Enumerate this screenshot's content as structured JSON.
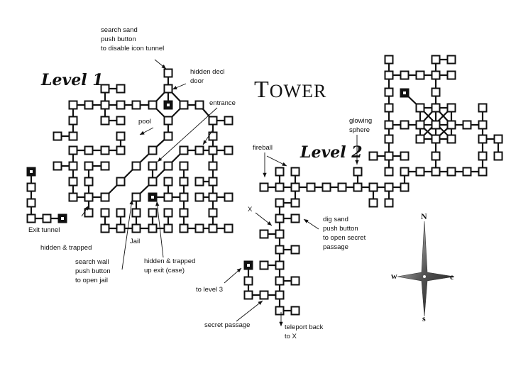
{
  "title": {
    "first": "T",
    "rest": "OWER"
  },
  "levels": {
    "level1": "Level 1",
    "level2": "Level 2"
  },
  "annotations": {
    "search_sand": [
      "search sand",
      "push button",
      "to disable icon tunnel"
    ],
    "hidden_door": [
      "hidden decl",
      "door"
    ],
    "entrance": "entrance",
    "pool": "pool",
    "exit_tunnel": "Exit tunnel",
    "hidden_trapped": "hidden & trapped",
    "jail": "Jail",
    "search_wall": [
      "search wall",
      "push button",
      "to open jail"
    ],
    "hidden_trapped_up": [
      "hidden & trapped",
      "up exit (case)"
    ],
    "fireball": "fireball",
    "glowing_sphere": [
      "glowing",
      "sphere"
    ],
    "x_mark": "X",
    "dig_sand": [
      "dig sand",
      "push button",
      "to open secret",
      "passage"
    ],
    "to_level3": "to level 3",
    "secret_passage": "secret passage",
    "teleport": [
      "teleport back",
      "to X"
    ]
  },
  "compass": {
    "n": "N",
    "s": "s",
    "e": "e",
    "w": "w"
  }
}
